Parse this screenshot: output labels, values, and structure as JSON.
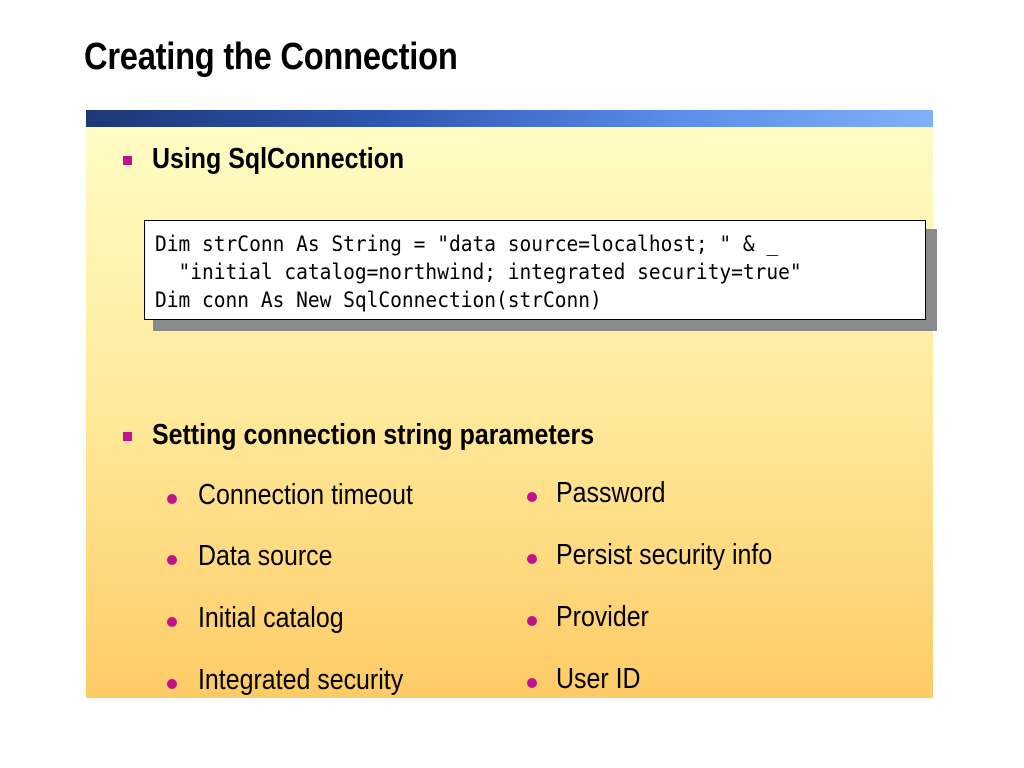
{
  "slide": {
    "title": "Creating the Connection"
  },
  "section1": {
    "heading": "Using SqlConnection",
    "code_lines": [
      "Dim strConn As String = \"data source=localhost; \" & _",
      "  \"initial catalog=northwind; integrated security=true\"",
      "Dim conn As New SqlConnection(strConn)"
    ]
  },
  "section2": {
    "heading": "Setting connection string parameters",
    "left_items": [
      "Connection timeout",
      "Data source",
      "Initial catalog",
      "Integrated security"
    ],
    "right_items": [
      "Password",
      "Persist security info",
      "Provider",
      "User ID"
    ]
  },
  "colors": {
    "bullet": "#c0128a",
    "title_bar_start": "#1e3878",
    "title_bar_end": "#7fb0f8",
    "panel_top": "#fffcc4",
    "panel_bottom": "#fdcb66"
  }
}
